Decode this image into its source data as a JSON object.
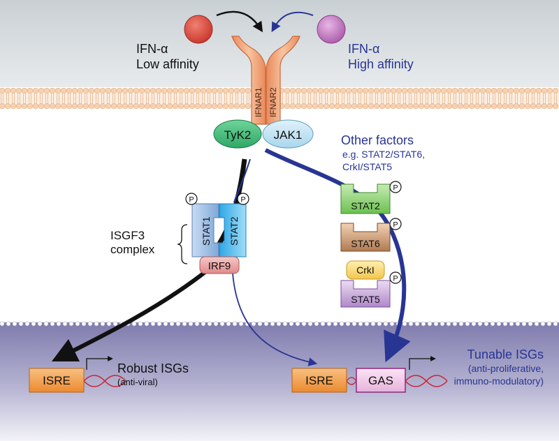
{
  "ligands": {
    "low": {
      "name": "IFN-α",
      "affinity": "Low affinity",
      "color": "#d9453a"
    },
    "high": {
      "name": "IFN-α",
      "affinity": "High affinity",
      "color": "#b65fb6"
    }
  },
  "receptors": {
    "r1": "IFNAR1",
    "r2": "IFNAR2"
  },
  "kinases": {
    "tyk2": "TyK2",
    "jak1": "JAK1"
  },
  "other_factors": {
    "title": "Other factors",
    "line1": "e.g. STAT2/STAT6,",
    "line2": "CrkI/STAT5"
  },
  "factors": {
    "stat2": "STAT2",
    "stat6": "STAT6",
    "crkl": "CrkI",
    "stat5": "STAT5"
  },
  "phospho": "P",
  "isgf3": {
    "label_line1": "ISGF3",
    "label_line2": "complex",
    "stat1": "STAT1",
    "stat2": "STAT2",
    "irf9": "IRF9"
  },
  "nucleus": {
    "isre_left": "ISRE",
    "robust_title": "Robust ISGs",
    "robust_sub": "(anti-viral)",
    "isre_right": "ISRE",
    "gas": "GAS",
    "tunable_title": "Tunable ISGs",
    "tunable_sub1": "(anti-proliferative,",
    "tunable_sub2": "immuno-modulatory)"
  },
  "colors": {
    "navy": "#283593",
    "membrane": "#d9dde0",
    "nucleus": "#8e8cb8",
    "receptor": "#f0a070"
  }
}
